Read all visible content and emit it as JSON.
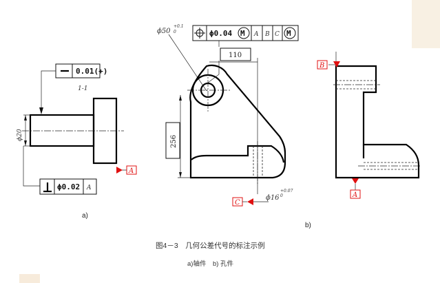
{
  "fig_a": {
    "fcf_top": {
      "value": "0.01(+)",
      "note": "1-1"
    },
    "fcf_bottom": {
      "value": "ϕ0.02",
      "datum": "A"
    },
    "dim_diameter": "ϕ20",
    "datum_label": "A",
    "sublabel": "a)"
  },
  "fig_b": {
    "fcf": {
      "value": "ϕ0.04",
      "m1": "M",
      "datum1": "A",
      "datum2": "B",
      "datum3": "C",
      "m2": "M"
    },
    "hole_dim": {
      "base": "ϕ50",
      "tol_upper": "+0.1",
      "tol_lower": "0"
    },
    "dim_110": "110",
    "dim_256": "256",
    "bottom_hole_dim": {
      "base": "ϕ16",
      "tol_upper": "+0.07",
      "tol_lower": "0"
    },
    "datum_c": "C",
    "sublabel": "b)"
  },
  "fig_side": {
    "datum_b": "B",
    "datum_a": "A"
  },
  "caption": {
    "title": "图4－3　几何公差代号的标注示例",
    "subtitle": "a)轴件　b) 孔件"
  }
}
